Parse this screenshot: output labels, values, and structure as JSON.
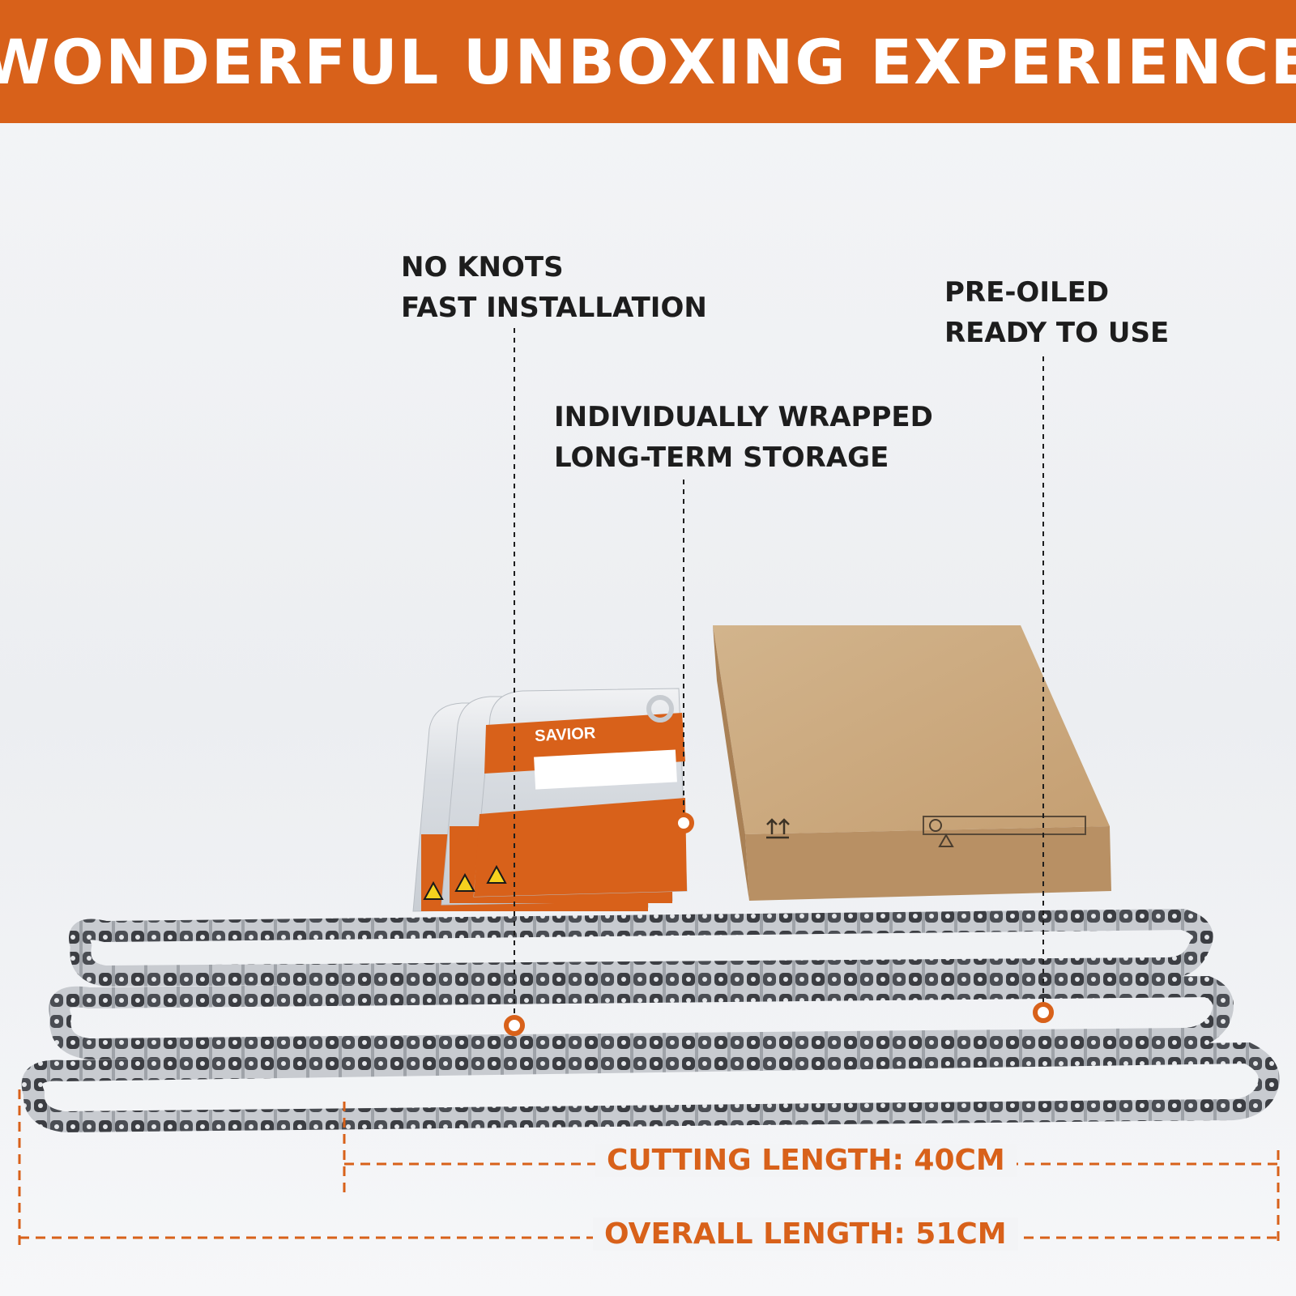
{
  "banner": {
    "title": "WONDERFUL UNBOXING EXPERIENCE"
  },
  "callouts": {
    "no_knots": {
      "line1": "NO KNOTS",
      "line2": "FAST INSTALLATION"
    },
    "pre_oiled": {
      "line1": "PRE-OILED",
      "line2": "READY TO USE"
    },
    "wrapped": {
      "line1": "INDIVIDUALLY WRAPPED",
      "line2": "LONG-TERM STORAGE"
    }
  },
  "dimensions": {
    "cutting_length": "CUTTING LENGTH: 40CM",
    "overall_length": "OVERALL LENGTH: 51CM"
  },
  "packaging": {
    "brand": "SAVIOR"
  },
  "colors": {
    "accent": "#d8611a",
    "cardboard": "#c9a77c",
    "chain_dark": "#3b3d42",
    "chain_light": "#c8cbd0"
  },
  "icons": [
    "warning-icon",
    "this-side-up-icon",
    "recycle-icon",
    "leader-dot-icon"
  ]
}
